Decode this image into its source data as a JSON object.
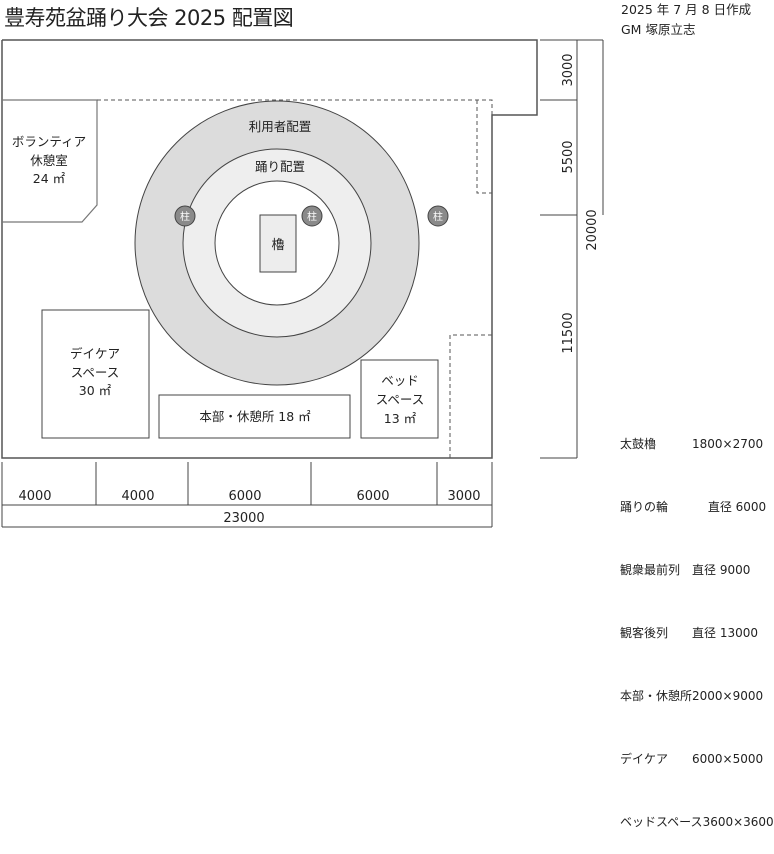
{
  "title": "豊寿苑盆踊り大会 2025 配置図",
  "meta": {
    "date": "2025 年 7 月 8 日作成",
    "author": "GM 塚原立志"
  },
  "areas": {
    "volunteer": [
      "ボランティア",
      "休憩室",
      "24 ㎡"
    ],
    "outer_ring": "利用者配置",
    "dance_ring": "踊り配置",
    "tower": "櫓",
    "pillar": "柱",
    "daycare": [
      "デイケア",
      "スペース",
      "30 ㎡"
    ],
    "honbu": "本部・休憩所 18 ㎡",
    "bed": [
      "ベッド",
      "スペース",
      "13 ㎡"
    ]
  },
  "dimensions": {
    "bottom": [
      "4000",
      "4000",
      "6000",
      "6000",
      "3000"
    ],
    "bottom_total": "23000",
    "right": [
      "3000",
      "5500",
      "11500"
    ],
    "right_total": "20000"
  },
  "legend": [
    {
      "name": "太鼓櫓",
      "value": "1800×2700"
    },
    {
      "name": "踊りの輪",
      "value": "　 直径 6000"
    },
    {
      "name": "観衆最前列",
      "value": "直径 9000"
    },
    {
      "name": "観客後列",
      "value": "直径 13000"
    },
    {
      "name": "本部・休憩所",
      "value": "2000×9000"
    },
    {
      "name": "デイケア",
      "value": "6000×5000"
    },
    {
      "name": "ベッドスペース",
      "value": "3600×3600"
    }
  ]
}
